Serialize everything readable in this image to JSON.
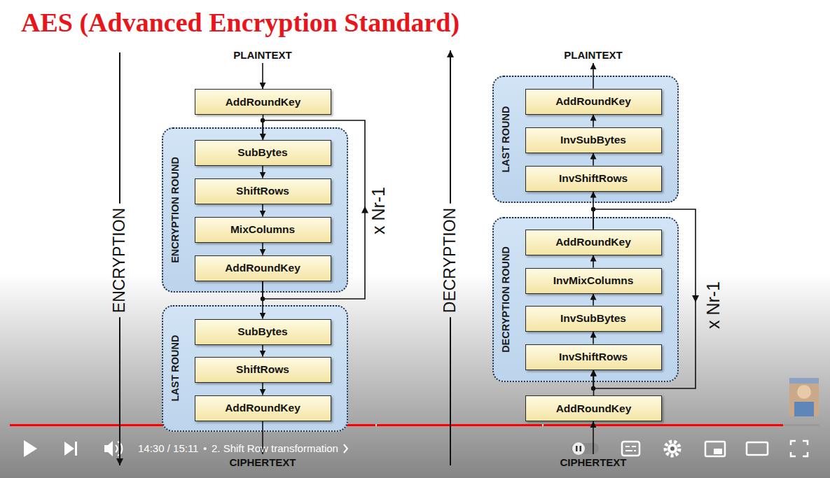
{
  "diagram": {
    "title": "AES (Advanced Encryption Standard)",
    "nodes": [
      {
        "text": [
          "PLAINTEXT"
        ]
      },
      {
        "text": [
          "AddRoundKey"
        ]
      },
      {
        "text": [
          "ENCRYPTION ROUND"
        ]
      },
      {
        "text": [
          "SubBytes"
        ],
        "in": 2
      },
      {
        "text": [
          "ShiftRows"
        ],
        "in": 2
      },
      {
        "text": [
          "MixColumns"
        ],
        "in": 2
      },
      {
        "text": [
          "AddRoundKey"
        ],
        "in": 2
      },
      {
        "text": [
          "LAST ROUND"
        ]
      },
      {
        "text": [
          "SubBytes"
        ],
        "in": 7
      },
      {
        "text": [
          "ShiftRows"
        ],
        "in": 7
      },
      {
        "text": [
          "AddRoundKey"
        ],
        "in": 7
      },
      {
        "text": [
          "CIPHERTEXT"
        ]
      },
      {
        "text": [
          "PLAINTEXT"
        ]
      },
      {
        "text": [
          "LAST ROUND"
        ]
      },
      {
        "text": [
          "AddRoundKey"
        ],
        "in": 13
      },
      {
        "text": [
          "InvSubBytes"
        ],
        "in": 13
      },
      {
        "text": [
          "InvShiftRows"
        ],
        "in": 13
      },
      {
        "text": [
          "DECRYPTION ROUND"
        ]
      },
      {
        "text": [
          "AddRoundKey"
        ],
        "in": 17
      },
      {
        "text": [
          "InvMixColumns"
        ],
        "in": 17
      },
      {
        "text": [
          "InvSubBytes"
        ],
        "in": 17
      },
      {
        "text": [
          "InvShiftRows"
        ],
        "in": 17
      },
      {
        "text": [
          "AddRoundKey"
        ]
      },
      {
        "text": [
          "CIPHERTEXT"
        ]
      }
    ],
    "edges": [
      {
        "from": 0,
        "to": 1,
        "arrow": "to"
      },
      {
        "from": 1,
        "to": 3,
        "arrow": "to"
      },
      {
        "from": 3,
        "to": 4,
        "arrow": "to"
      },
      {
        "from": 4,
        "to": 5,
        "arrow": "to"
      },
      {
        "from": 5,
        "to": 6,
        "arrow": "to"
      },
      {
        "from": 6,
        "to": 8,
        "arrow": "to"
      },
      {
        "from": 6,
        "to": 3,
        "label": "x Nr-1",
        "arrow": "to"
      },
      {
        "from": 8,
        "to": 9,
        "arrow": "to"
      },
      {
        "from": 9,
        "to": 10,
        "arrow": "to"
      },
      {
        "from": 10,
        "to": 11,
        "arrow": "to"
      },
      {
        "from": 23,
        "to": 22,
        "arrow": "to"
      },
      {
        "from": 22,
        "to": 21,
        "arrow": "to"
      },
      {
        "from": 21,
        "to": 20,
        "arrow": "to"
      },
      {
        "from": 20,
        "to": 19,
        "arrow": "to"
      },
      {
        "from": 19,
        "to": 18,
        "arrow": "to"
      },
      {
        "from": 18,
        "to": 16,
        "arrow": "to"
      },
      {
        "from": 18,
        "to": 21,
        "label": "x Nr-1",
        "arrow": "to"
      },
      {
        "from": 16,
        "to": 15,
        "arrow": "to"
      },
      {
        "from": 15,
        "to": 14,
        "arrow": "to"
      },
      {
        "from": 14,
        "to": 12,
        "arrow": "to"
      }
    ],
    "labels": [
      "ENCRYPTION",
      "DECRYPTION",
      "14:30 / 15:11",
      "•",
      "2. Shift Row transformation"
    ]
  }
}
